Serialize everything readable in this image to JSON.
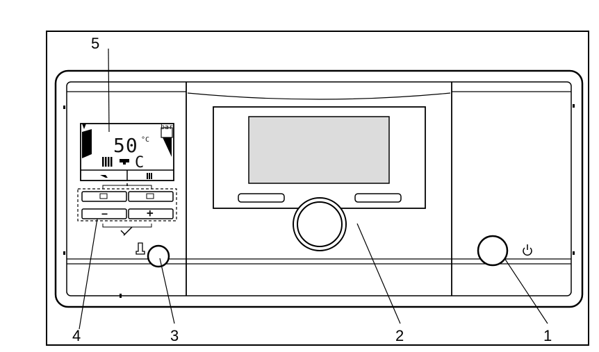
{
  "display": {
    "temperature": "50",
    "unit": "°C",
    "pressure_unit": "bar",
    "status_code": "C"
  },
  "buttons": {
    "minus_label": "−",
    "plus_label": "+"
  },
  "callouts": {
    "c1": "1",
    "c2": "2",
    "c3": "3",
    "c4": "4",
    "c5": "5"
  },
  "icons": {
    "power": "power-icon",
    "chimney": "chimney-sweep-icon",
    "radiator": "radiator-icon",
    "tap": "tap-icon",
    "wrench": "wrench-icon",
    "flame": "flame-icon"
  },
  "colors": {
    "lcd_background": "#ffffff",
    "module_screen": "#dcdcdc",
    "line": "#000000"
  }
}
